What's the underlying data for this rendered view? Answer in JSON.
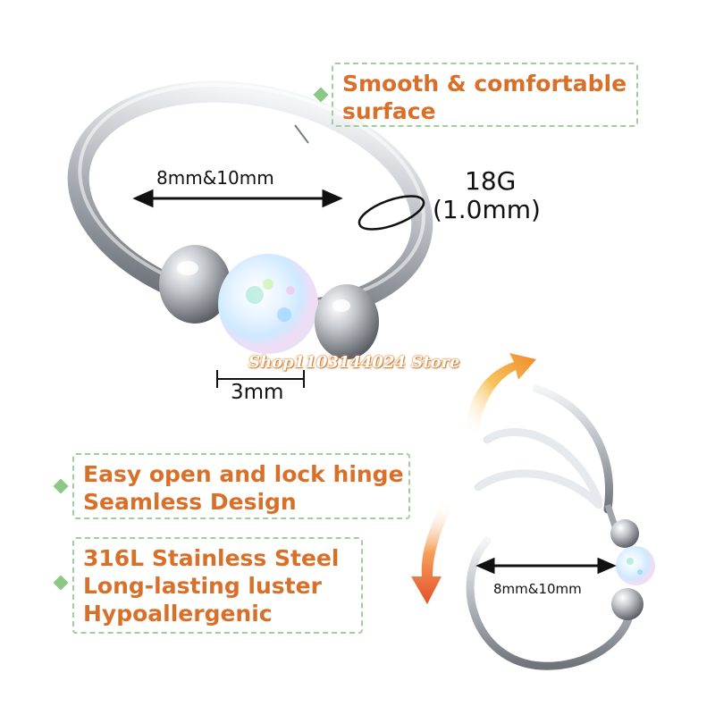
{
  "callouts": {
    "top": {
      "line1": "Smooth & comfortable",
      "line2": "surface"
    },
    "middle": {
      "line1": "Easy open and lock hinge",
      "line2": "Seamless Design"
    },
    "bottom": {
      "line1": "316L Stainless Steel",
      "line2": "Long-lasting luster",
      "line3": "Hypoallergenic"
    }
  },
  "dimensions": {
    "diameter_main": "8mm&10mm",
    "gauge": "18G",
    "gauge_mm": "(1.0mm)",
    "bead_size": "3mm",
    "diameter_small": "8mm&10mm"
  },
  "watermark": "Shop1103144024 Store",
  "colors": {
    "accent_text": "#d9702a",
    "callout_border": "#9fcf9a",
    "diamond": "#8cc786",
    "steel": "#b8bcc2",
    "arrow_orange": "#f08a2a"
  }
}
